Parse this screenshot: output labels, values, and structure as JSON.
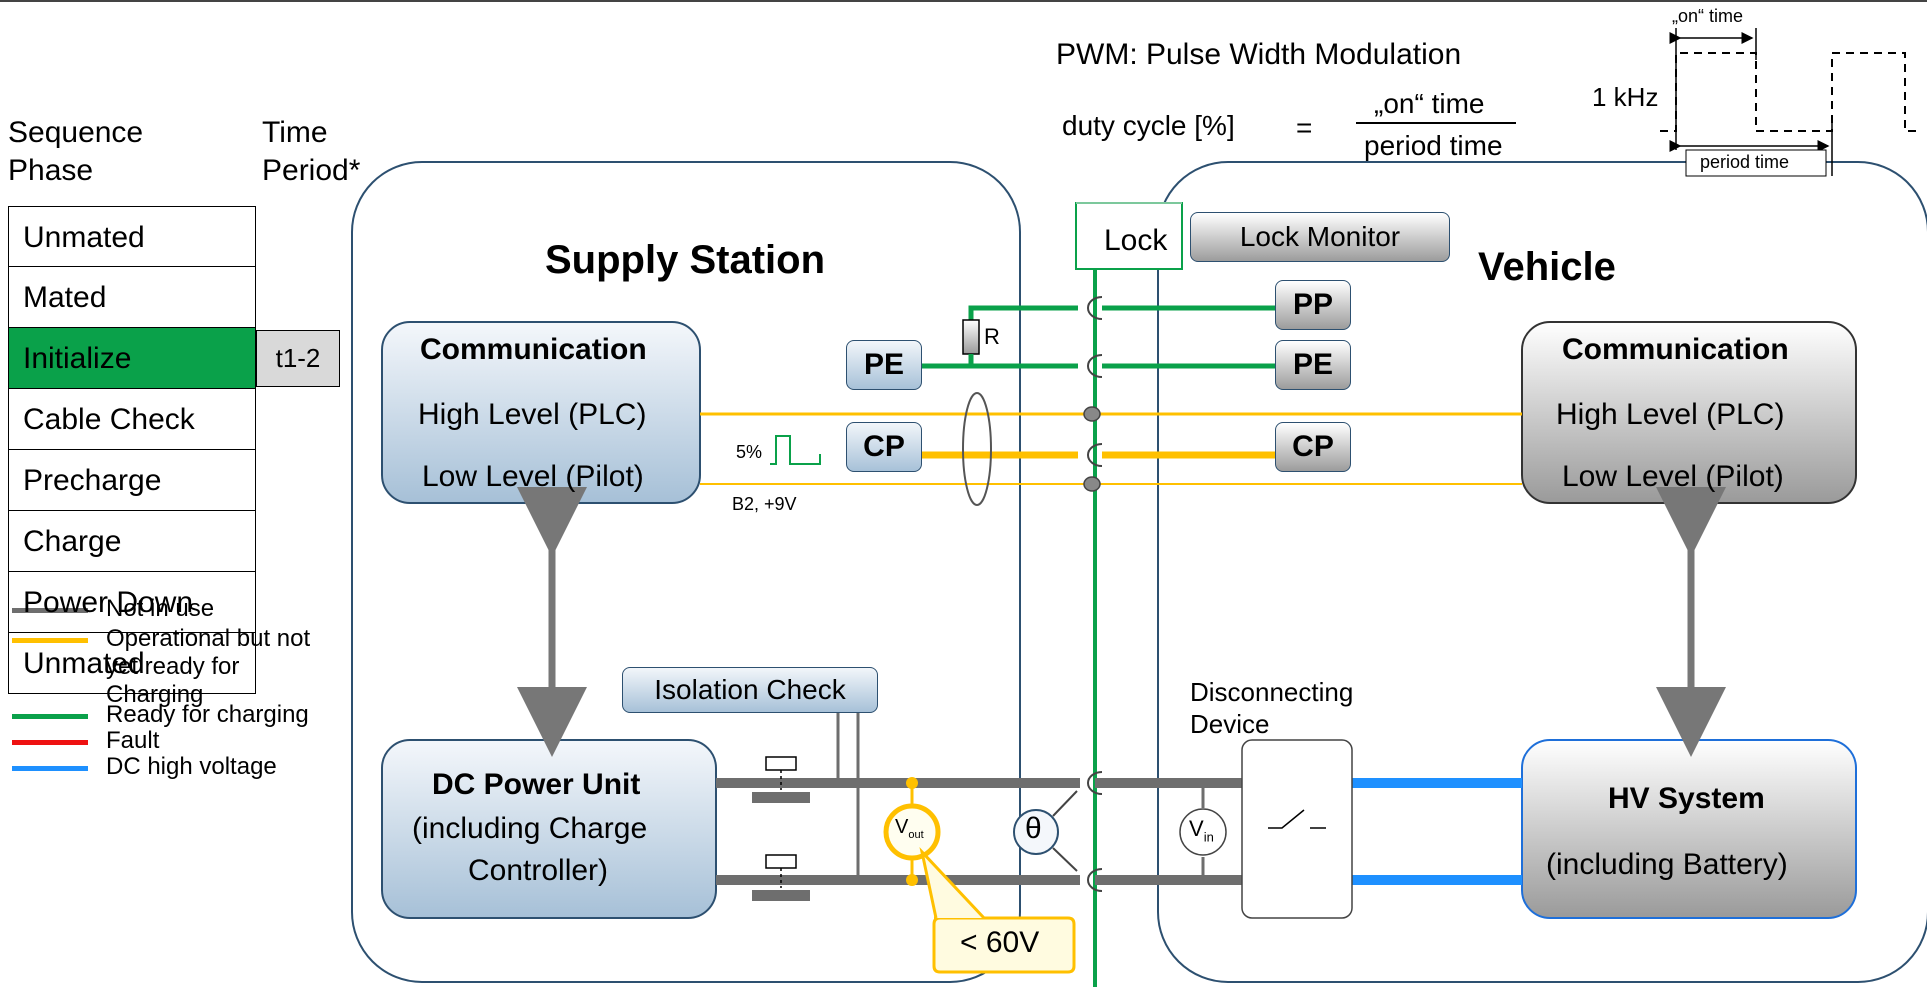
{
  "pwm": {
    "title": "PWM: Pulse Width Modulation",
    "duty_label": "duty cycle [%]",
    "equals": "=",
    "numerator": "„on“ time",
    "denominator": "period time",
    "frequency": "1 kHz",
    "on_time_label": "„on“ time",
    "period_time_label": "period time"
  },
  "sequence": {
    "header_phase": "Sequence\nPhase",
    "header_time": "Time\nPeriod*",
    "phases": [
      "Unmated",
      "Mated",
      "Initialize",
      "Cable Check",
      "Precharge",
      "Charge",
      "Power Down",
      "Unmated"
    ],
    "active_phase": "Initialize",
    "active_time": "t1-2",
    "active_color": "#0aa14a"
  },
  "supply_station": {
    "title": "Supply Station",
    "communication": {
      "title": "Communication",
      "high": "High Level (PLC)",
      "low": "Low Level (Pilot)"
    },
    "dc_power_unit": {
      "title": "DC Power Unit",
      "line2": "(including Charge",
      "line3": "Controller)"
    },
    "isolation_check": "Isolation Check",
    "pe": "PE",
    "cp": "CP",
    "resistor": "R",
    "duty_label": "5%",
    "pilot_state": "B2, +9V",
    "vout_main": "V",
    "vout_sub": "out",
    "voltage_callout": "< 60V"
  },
  "connector": {
    "lock": "Lock",
    "lock_monitor": "Lock Monitor",
    "theta": "θ"
  },
  "vehicle": {
    "title": "Vehicle",
    "pp": "PP",
    "pe": "PE",
    "cp": "CP",
    "communication": {
      "title": "Communication",
      "high": "High Level (PLC)",
      "low": "Low Level (Pilot)"
    },
    "disconnecting_device": "Disconnecting\nDevice",
    "vin_main": "V",
    "vin_sub": "in",
    "hv_system": {
      "title": "HV System",
      "subtitle": "(including Battery)"
    }
  },
  "legend": [
    {
      "label": "Not in use",
      "color": "#6e6e6e"
    },
    {
      "label": "Operational but not\nyet ready for\nCharging",
      "color": "#ffc000"
    },
    {
      "label": "Ready for charging",
      "color": "#0aa14a"
    },
    {
      "label": "Fault",
      "color": "#ee1111"
    },
    {
      "label": "DC high voltage",
      "color": "#1e90ff"
    }
  ],
  "colors": {
    "not_in_use": "#6e6e6e",
    "operational": "#ffc000",
    "ready": "#0aa14a",
    "fault": "#ee1111",
    "dc_high_voltage": "#1e90ff",
    "panel_border": "#2d5070"
  }
}
